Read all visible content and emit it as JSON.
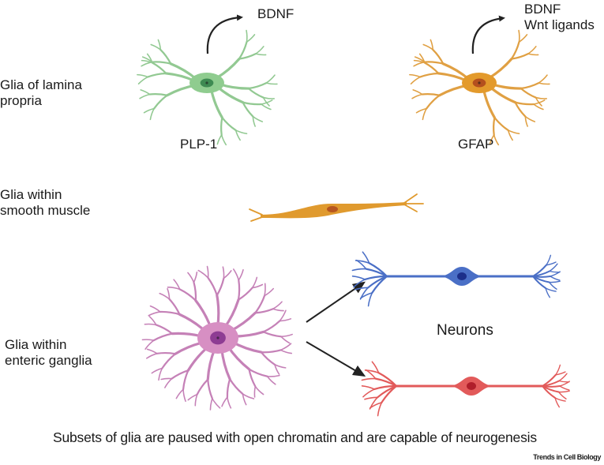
{
  "row_labels": {
    "lamina_propria": [
      "Glia of lamina",
      "propria"
    ],
    "smooth_muscle": [
      "Glia within",
      "smooth muscle"
    ],
    "enteric_ganglia": [
      "Glia within",
      "enteric ganglia"
    ]
  },
  "cells": {
    "plp1_glia": {
      "marker": "PLP-1",
      "secretes": [
        "BDNF"
      ],
      "body_color": "#8fcc8f",
      "nucleus_color": "#3e8a52",
      "dendrite_color": "#92c992"
    },
    "gfap_glia": {
      "marker": "GFAP",
      "secretes": [
        "BDNF",
        "Wnt ligands"
      ],
      "body_color": "#e39a2c",
      "nucleus_color": "#b4501e",
      "dendrite_color": "#e0a043"
    },
    "smooth_muscle_glia": {
      "body_color": "#e09a2e",
      "nucleus_color": "#b7561f"
    },
    "enteric_glia": {
      "body_color": "#d78fc3",
      "nucleus_color": "#8e3c93",
      "dendrite_color": "#c581b7"
    },
    "neuron_blue": {
      "body_color": "#4a6fc6",
      "nucleus_color": "#1c2f8a"
    },
    "neuron_red": {
      "body_color": "#e25a5a",
      "nucleus_color": "#b01e2a"
    }
  },
  "neurons_label": "Neurons",
  "caption": "Subsets of glia are paused with open chromatin and are capable of  neurogenesis",
  "credit": "Trends in Cell Biology",
  "arrow_color": "#222222"
}
